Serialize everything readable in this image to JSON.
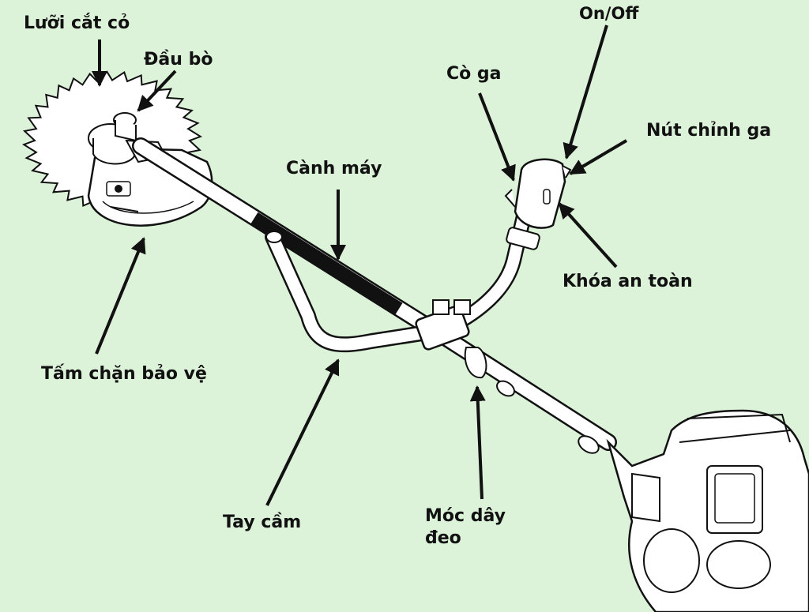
{
  "labels": {
    "blade": "Lưỡi cắt cỏ",
    "head": "Đầu bò",
    "onoff": "On/Off",
    "trigger": "Cò ga",
    "throttle_button": "Nút chỉnh ga",
    "shaft": "Cành máy",
    "safety_lock": "Khóa an toàn",
    "guard": "Tấm chặn bảo vệ",
    "handle": "Tay cầm",
    "harness_hook_line1": "Móc dây",
    "harness_hook_line2": "đeo"
  },
  "colors": {
    "background": "#dcf3d9",
    "ink": "#111111",
    "shaft_band": "#111111",
    "part_fill": "#ffffff"
  }
}
